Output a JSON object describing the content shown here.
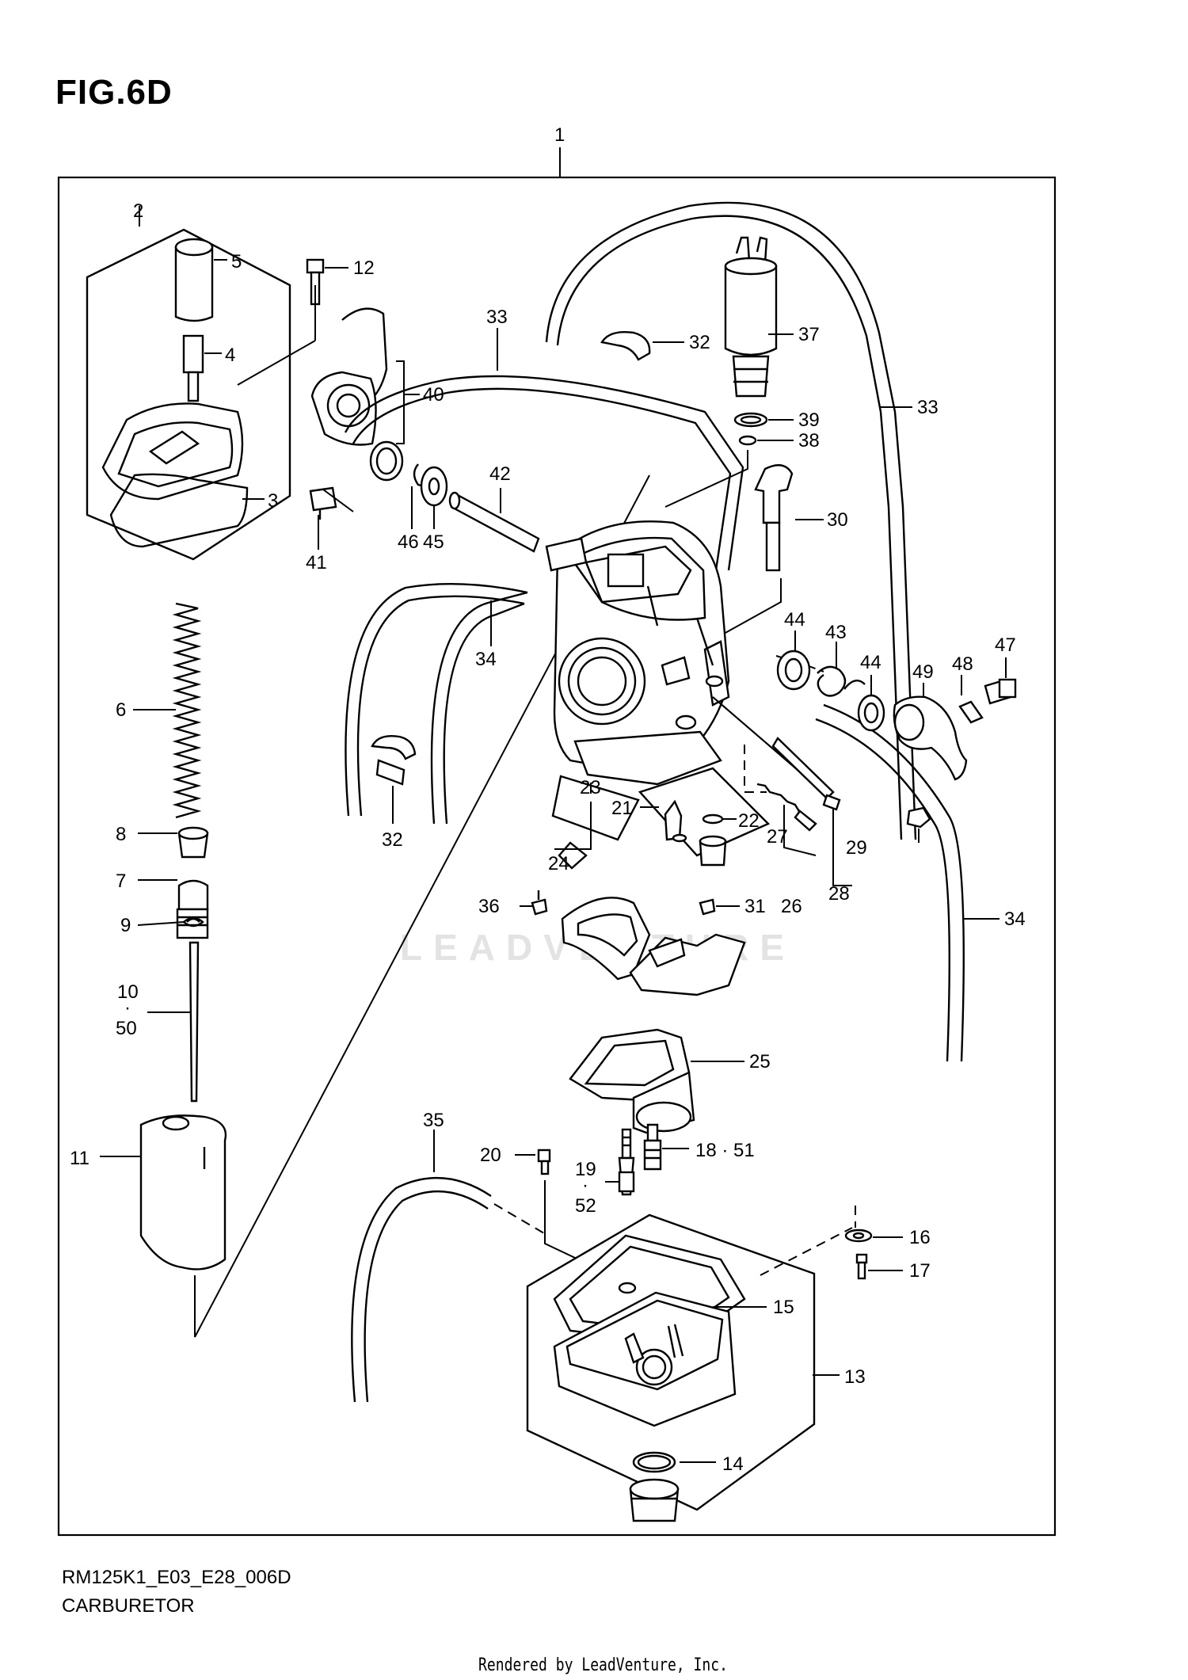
{
  "figure": {
    "title": "FIG.6D",
    "model_code": "RM125K1_E03_E28_006D",
    "section_name": "CARBURETOR",
    "rendered_by": "Rendered by LeadVenture, Inc.",
    "watermark": "LEADVENTURE"
  },
  "callouts": [
    {
      "id": "1",
      "label": "1"
    },
    {
      "id": "2",
      "label": "2"
    },
    {
      "id": "3",
      "label": "3"
    },
    {
      "id": "4",
      "label": "4"
    },
    {
      "id": "5",
      "label": "5"
    },
    {
      "id": "6",
      "label": "6"
    },
    {
      "id": "7",
      "label": "7"
    },
    {
      "id": "8",
      "label": "8"
    },
    {
      "id": "9",
      "label": "9"
    },
    {
      "id": "10",
      "label": "10"
    },
    {
      "id": "50",
      "label": "50"
    },
    {
      "id": "11",
      "label": "11"
    },
    {
      "id": "12",
      "label": "12"
    },
    {
      "id": "13",
      "label": "13"
    },
    {
      "id": "14",
      "label": "14"
    },
    {
      "id": "15",
      "label": "15"
    },
    {
      "id": "16",
      "label": "16"
    },
    {
      "id": "17",
      "label": "17"
    },
    {
      "id": "18",
      "label": "18 · 51"
    },
    {
      "id": "19",
      "label": "19"
    },
    {
      "id": "52",
      "label": "52"
    },
    {
      "id": "20",
      "label": "20"
    },
    {
      "id": "21",
      "label": "21"
    },
    {
      "id": "22",
      "label": "22"
    },
    {
      "id": "23",
      "label": "23"
    },
    {
      "id": "24",
      "label": "24"
    },
    {
      "id": "25",
      "label": "25"
    },
    {
      "id": "26",
      "label": "26"
    },
    {
      "id": "27",
      "label": "27"
    },
    {
      "id": "28",
      "label": "28"
    },
    {
      "id": "29",
      "label": "29"
    },
    {
      "id": "30",
      "label": "30"
    },
    {
      "id": "31",
      "label": "31"
    },
    {
      "id": "32a",
      "label": "32"
    },
    {
      "id": "32b",
      "label": "32"
    },
    {
      "id": "33a",
      "label": "33"
    },
    {
      "id": "33b",
      "label": "33"
    },
    {
      "id": "34a",
      "label": "34"
    },
    {
      "id": "34b",
      "label": "34"
    },
    {
      "id": "35",
      "label": "35"
    },
    {
      "id": "36",
      "label": "36"
    },
    {
      "id": "37",
      "label": "37"
    },
    {
      "id": "38",
      "label": "38"
    },
    {
      "id": "39",
      "label": "39"
    },
    {
      "id": "40",
      "label": "40"
    },
    {
      "id": "41",
      "label": "41"
    },
    {
      "id": "42",
      "label": "42"
    },
    {
      "id": "43",
      "label": "43"
    },
    {
      "id": "44a",
      "label": "44"
    },
    {
      "id": "44b",
      "label": "44"
    },
    {
      "id": "45",
      "label": "45"
    },
    {
      "id": "46",
      "label": "46"
    },
    {
      "id": "47",
      "label": "47"
    },
    {
      "id": "48",
      "label": "48"
    },
    {
      "id": "49",
      "label": "49"
    }
  ]
}
